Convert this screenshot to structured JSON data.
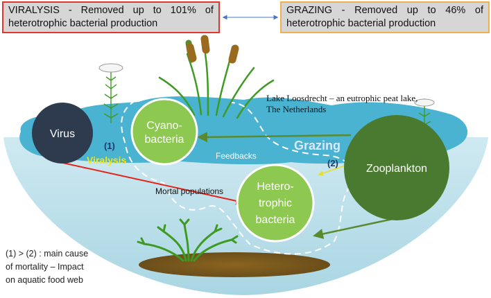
{
  "viralysis_box": {
    "line1": [
      "VIRALYSIS",
      "-",
      "Removed",
      "up",
      "to",
      "101%",
      "of"
    ],
    "line2": "heterotrophic bacterial production"
  },
  "grazing_box": {
    "line1": [
      "GRAZING",
      "-",
      "Removed",
      "up",
      "to",
      "46%",
      "of"
    ],
    "line2": "heterotrophic bacterial production"
  },
  "lake": {
    "title_line1": "Lake Loosdrecht – an eutrophic peat lake,",
    "title_line2": "The Netherlands"
  },
  "nodes": {
    "virus": "Virus",
    "cyano": [
      "Cyano-",
      "bacteria"
    ],
    "hetero": [
      "Hetero-",
      "trophic",
      "bacteria"
    ],
    "zoo": "Zooplankton"
  },
  "labels": {
    "viralysis_num": "(1)",
    "viralysis": "Viralysis",
    "grazing": "Grazing",
    "grazing_num": "(2)",
    "feedbacks": "Feedbacks",
    "mortal": "Mortal populations"
  },
  "note": [
    "(1) > (2)  : main cause",
    "of mortality – Impact",
    "on aquatic food web"
  ],
  "colors": {
    "red_border": "#e0362d",
    "orange_border": "#f0b050",
    "virus": "#2e3b4e",
    "cyano": "#8dc850",
    "zoo": "#4a7a30",
    "viralysis_text": "#f2e515",
    "grazing_text": "#dbe8f7",
    "red_arrow": "#e5231b",
    "green_arrow": "#5a8a30"
  }
}
